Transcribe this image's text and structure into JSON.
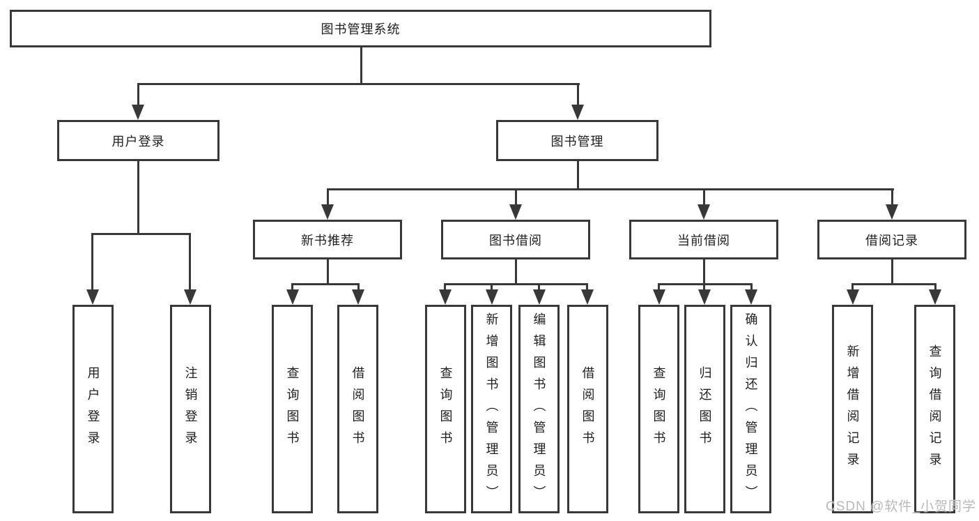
{
  "diagram": {
    "root": {
      "label": "图书管理系统"
    },
    "level2": [
      {
        "label": "用户登录"
      },
      {
        "label": "图书管理"
      }
    ],
    "level3": [
      {
        "label": "新书推荐"
      },
      {
        "label": "图书借阅"
      },
      {
        "label": "当前借阅"
      },
      {
        "label": "借阅记录"
      }
    ],
    "leaves": {
      "user": [
        "用户登录",
        "注销登录"
      ],
      "recommend": [
        "查询图书",
        "借阅图书"
      ],
      "borrow": [
        "查询图书",
        "新增图书（管理员）",
        "编辑图书（管理员）",
        "借阅图书"
      ],
      "current": [
        "查询图书",
        "归还图书",
        "确认归还（管理员）"
      ],
      "record": [
        "新增借阅记录",
        "查询借阅记录"
      ]
    }
  },
  "watermark": {
    "text": "CSDN @软件_小贺同学"
  },
  "colors": {
    "line": "#383838",
    "text": "#1f1f1f",
    "watermark": "#b9b9b9",
    "background": "#ffffff"
  }
}
